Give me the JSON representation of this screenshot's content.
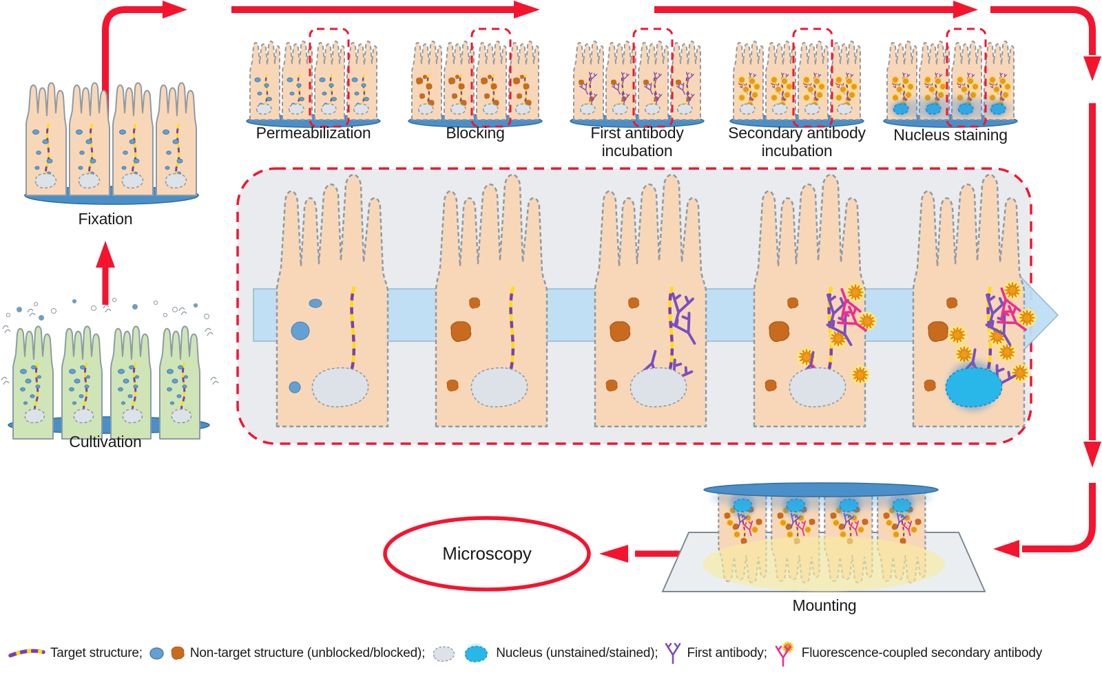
{
  "diagram": {
    "steps": {
      "cultivation": "Cultivation",
      "fixation": "Fixation",
      "permeabilization": "Permeabilization",
      "blocking": "Blocking",
      "first_antibody": "First antibody incubation",
      "secondary_antibody": "Secondary antibody incubation",
      "nucleus_staining": "Nucleus staining",
      "mounting": "Mounting",
      "microscopy": "Microscopy"
    },
    "legend": [
      {
        "icon": "target-structure-icon",
        "label": "Target structure;"
      },
      {
        "icon": "non-target-structure-icon",
        "label": "Non-target structure (unblocked/blocked);"
      },
      {
        "icon": "nucleus-icon",
        "label": "Nucleus (unstained/stained);"
      },
      {
        "icon": "first-antibody-icon",
        "label": "First antibody;"
      },
      {
        "icon": "secondary-antibody-icon",
        "label": "Fluorescence-coupled secondary antibody"
      }
    ],
    "colors": {
      "arrow_red": "#f5142e",
      "cell_peach": "#f8d7b8",
      "cell_outline": "#8d9aa6",
      "cell_green": "#cfe5b7",
      "non_target_unblocked_blue": "#64a0d2",
      "non_target_blocked_brown": "#c96b1e",
      "nucleus_unstained_gray": "#dde2e8",
      "nucleus_stained_cyan": "#29b7e9",
      "first_antibody_purple": "#7a4fc0",
      "secondary_antibody_pink": "#ee2d90",
      "fluorescence_orange": "#f09a1a",
      "fluorescence_glow": "#ffe87d",
      "target_yellow": "#ffdf00",
      "target_purple": "#7b3fb5",
      "coverslip_blue": "#4a8fc7",
      "panel_gray": "#e9ebee",
      "band_blue": "#bfdff5",
      "slide_gray": "#eaeef1",
      "medium_yellow": "#f9ec9e"
    }
  }
}
